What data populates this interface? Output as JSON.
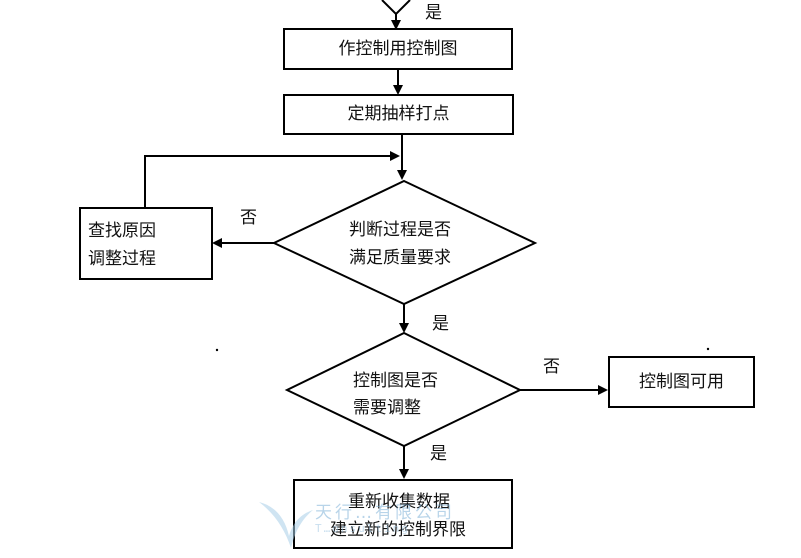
{
  "nodes": {
    "make_chart": "作控制用控制图",
    "sampling": "定期抽样打点",
    "find_cause": [
      "查找原因",
      "调整过程"
    ],
    "judge": [
      "判断过程是否",
      "满足质量要求"
    ],
    "need_adjust": [
      "控制图是否",
      "需要调整"
    ],
    "chart_usable": "控制图可用",
    "recollect": [
      "重新收集数据",
      "建立新的控制界限"
    ]
  },
  "edge_labels": {
    "top_yes": "是",
    "judge_no": "否",
    "judge_yes": "是",
    "adjust_no": "否",
    "adjust_yes": "是"
  },
  "watermark": {
    "cn_text": "天行…有限公司",
    "en_text": "T…onsulting"
  }
}
